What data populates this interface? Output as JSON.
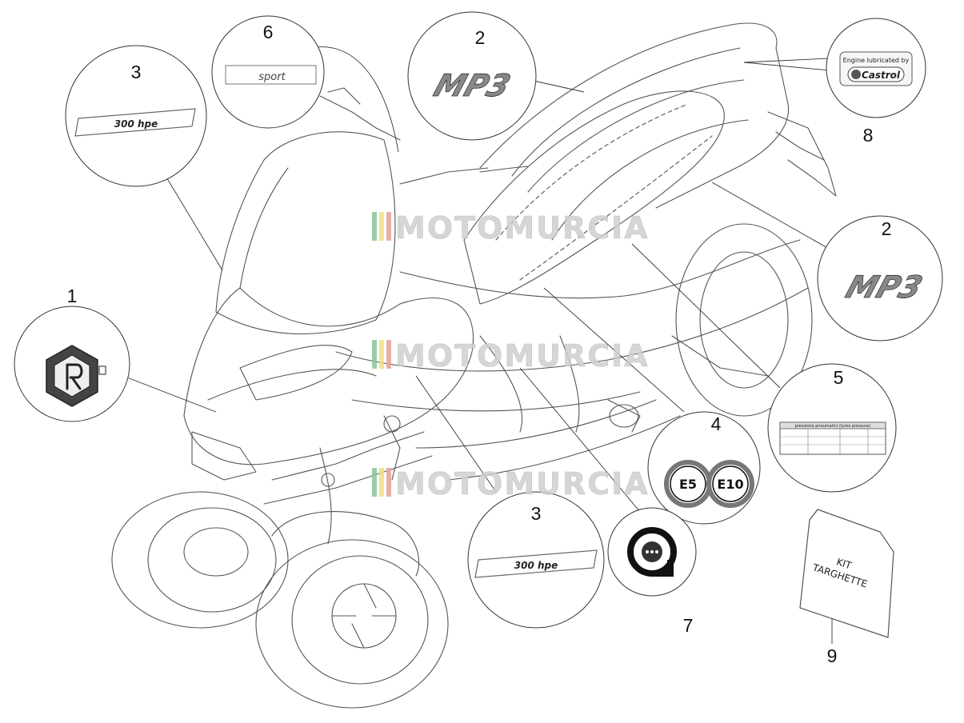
{
  "watermark": "MOTOMURCIA",
  "callouts": {
    "c1": "1",
    "c2a": "2",
    "c2b": "2",
    "c3a": "3",
    "c3b": "3",
    "c4": "4",
    "c5": "5",
    "c6": "6",
    "c7": "7",
    "c8": "8",
    "c9": "9"
  },
  "decals": {
    "sport": "sport",
    "hpe_a": "300 hpe",
    "hpe_b": "300 hpe",
    "mp3_a": "MP3",
    "mp3_b": "MP3",
    "castrol_top": "Engine lubricated by",
    "castrol_brand": "Castrol",
    "e5": "E5",
    "e10": "E10",
    "tyre_title": "pressione pneumatici (tyres pressure)",
    "kit_line1": "KIT",
    "kit_line2": "TARGHETTE"
  },
  "colors": {
    "line": "#555555",
    "watermark_text": "#d0d0d0",
    "stripe_green": "#8cc49a",
    "stripe_yellow": "#f2df84",
    "stripe_red": "#e9a09a",
    "e_ring": "#777777"
  }
}
